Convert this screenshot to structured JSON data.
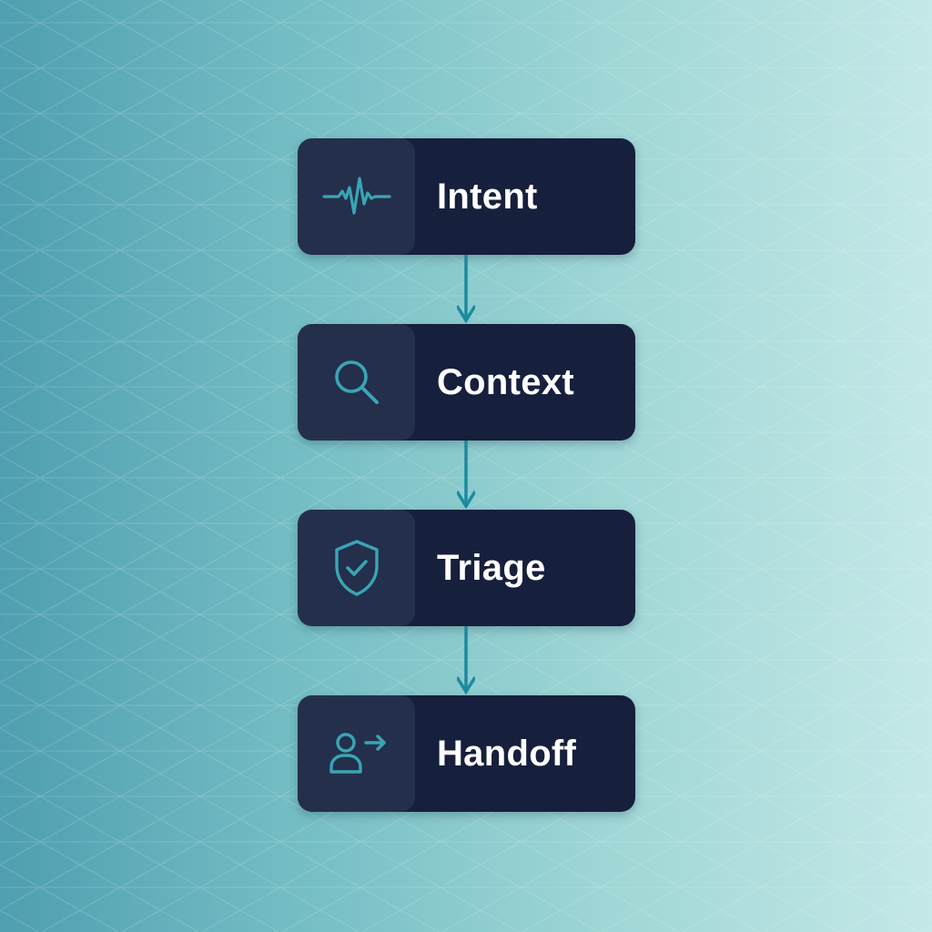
{
  "diagram": {
    "steps": [
      {
        "label": "Intent",
        "icon": "pulse-icon"
      },
      {
        "label": "Context",
        "icon": "search-icon"
      },
      {
        "label": "Triage",
        "icon": "shield-check-icon"
      },
      {
        "label": "Handoff",
        "icon": "user-arrow-icon"
      }
    ]
  },
  "colors": {
    "card": "#161f3c",
    "icon_cell": "#242f4b",
    "accent": "#3aa5b5",
    "connector": "#1c8a9f",
    "text": "#ffffff"
  }
}
